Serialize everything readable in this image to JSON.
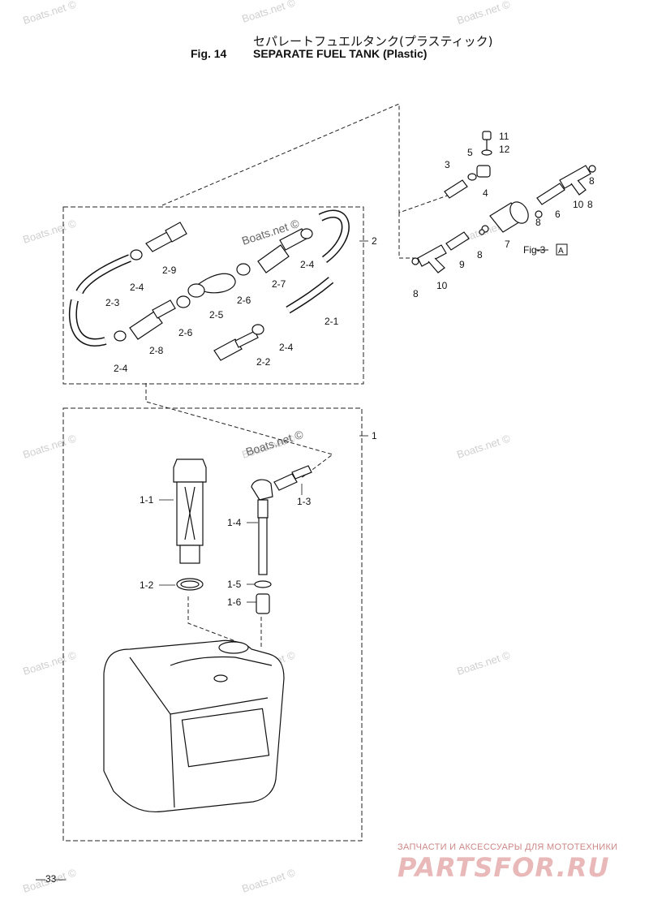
{
  "header": {
    "title_jp": "セパレートフュエルタンク(プラスティック)",
    "fig_no": "Fig. 14",
    "title_en": "SEPARATE FUEL TANK (Plastic)"
  },
  "watermark": "Boats.net ©",
  "page_number": "—33—",
  "brand": {
    "tagline": "ЗАПЧАСТИ И АКСЕССУАРЫ ДЛЯ МОТОТЕХНИКИ",
    "logo": "PARTSFOR.RU"
  },
  "callouts": {
    "c11": "11",
    "c12": "12",
    "c5": "5",
    "c3": "3",
    "c4": "4",
    "c8a": "8",
    "c6": "6",
    "c10a": "10",
    "c8b": "8",
    "c8c": "8",
    "c7": "7",
    "fig_ref": "Fig-3",
    "fig_ref_box": "A",
    "c9": "9",
    "c8d": "8",
    "c8e": "8",
    "c10b": "10",
    "c2": "2",
    "c2_1": "2-1",
    "c2_2": "2-2",
    "c2_3": "2-3",
    "c2_4a": "2-4",
    "c2_4b": "2-4",
    "c2_4c": "2-4",
    "c2_4d": "2-4",
    "c2_5": "2-5",
    "c2_6a": "2-6",
    "c2_6b": "2-6",
    "c2_7": "2-7",
    "c2_8": "2-8",
    "c2_9": "2-9",
    "c1": "1",
    "c1_1": "1-1",
    "c1_2": "1-2",
    "c1_3": "1-3",
    "c1_4": "1-4",
    "c1_5": "1-5",
    "c1_6": "1-6"
  }
}
